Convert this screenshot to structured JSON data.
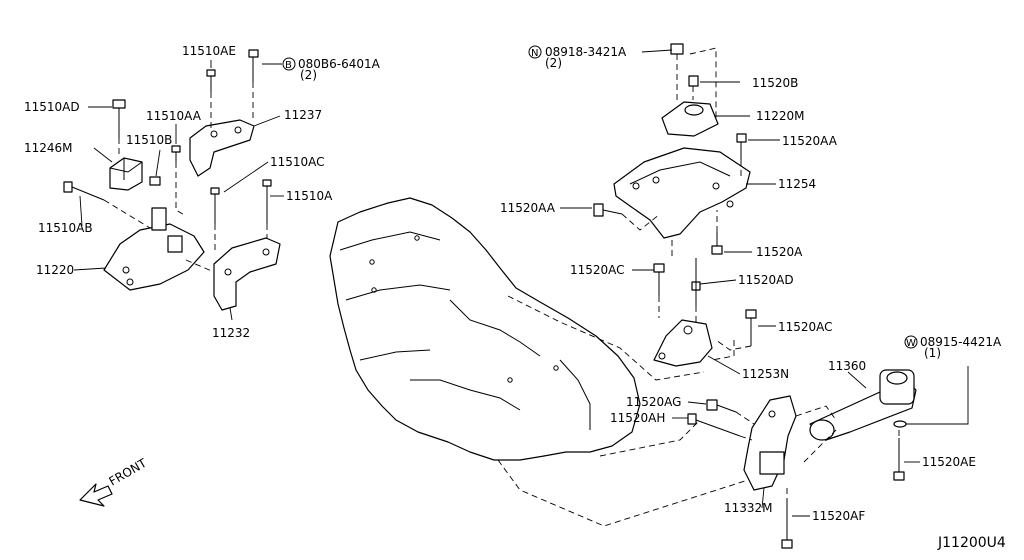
{
  "labels": {
    "p11510AE": "11510AE",
    "p080B6": "080B6-6401A",
    "p080B6_qty": "(2)",
    "p11510AD": "11510AD",
    "p11510AA": "11510AA",
    "p11237": "11237",
    "p11246M": "11246M",
    "p11510B": "11510B",
    "p11510AC": "11510AC",
    "p11510A": "11510A",
    "p11510AB": "11510AB",
    "p11220": "11220",
    "p11232": "11232",
    "p08918": "08918-3421A",
    "p08918_qty": "(2)",
    "p11520B": "11520B",
    "p11220M": "11220M",
    "p11520AA_top": "11520AA",
    "p11254": "11254",
    "p11520AA_left": "11520AA",
    "p11520A": "11520A",
    "p11520AC_left": "11520AC",
    "p11520AD": "11520AD",
    "p11520AC_right": "11520AC",
    "p08915": "08915-4421A",
    "p08915_qty": "(1)",
    "p11360": "11360",
    "p11253N": "11253N",
    "p11520AG": "11520AG",
    "p11520AH": "11520AH",
    "p11520AE": "11520AE",
    "p11332M": "11332M",
    "p11520AF": "11520AF",
    "front": "FRONT",
    "diagram_code": "J11200U4"
  },
  "callout_letters": {
    "B": "B",
    "N": "N",
    "W": "W"
  }
}
